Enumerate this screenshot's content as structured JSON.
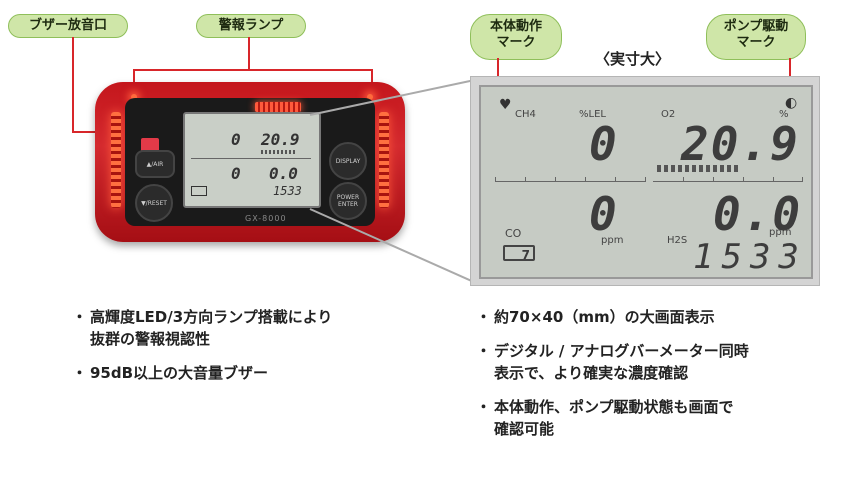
{
  "labels": {
    "buzzer": "ブザー放音口",
    "alarm_lamp": "警報ランプ",
    "body_operation": [
      "本体動作",
      "マーク"
    ],
    "pump_drive": [
      "ポンプ駆動",
      "マーク"
    ],
    "actual_size": "〈実寸大〉"
  },
  "device": {
    "model": "GX-8000",
    "buttons": {
      "air": "▲/AIR",
      "reset": "▼/RESET",
      "display": "DISPLAY",
      "power": "POWER ENTER"
    },
    "lcd_small": {
      "ch4_value": "0",
      "o2_value": "20.9",
      "co_value": "0",
      "h2s_value": "0.0",
      "counter": "1533"
    }
  },
  "lcd": {
    "ch4_label": "CH4",
    "lel_unit": "%LEL",
    "o2_label": "O2",
    "o2_unit": "%",
    "ch4_value": "0",
    "o2_value": "20.9",
    "co_label": "CO",
    "co_value": "0",
    "co_unit": "ppm",
    "h2s_label": "H2S",
    "h2s_value": "0.0",
    "h2s_unit": "ppm",
    "counter": "1533",
    "battery": "7"
  },
  "features_left": [
    [
      "高輝度LED/3方向ランプ搭載により",
      "抜群の警報視認性"
    ],
    [
      "95dB以上の大音量ブザー"
    ]
  ],
  "features_right": [
    [
      "約70×40（mm）の大画面表示"
    ],
    [
      "デジタル / アナログバーメーター同時",
      "表示で、より確実な濃度確認"
    ],
    [
      "本体動作、ポンプ駆動状態も画面で",
      "確認可能"
    ]
  ],
  "bullet_mark": "・",
  "colors": {
    "label_bg": "#cfe6a8",
    "callout": "#d8262a",
    "device_red": "#c4161c",
    "lcd_bg": "#c6cbc4"
  }
}
